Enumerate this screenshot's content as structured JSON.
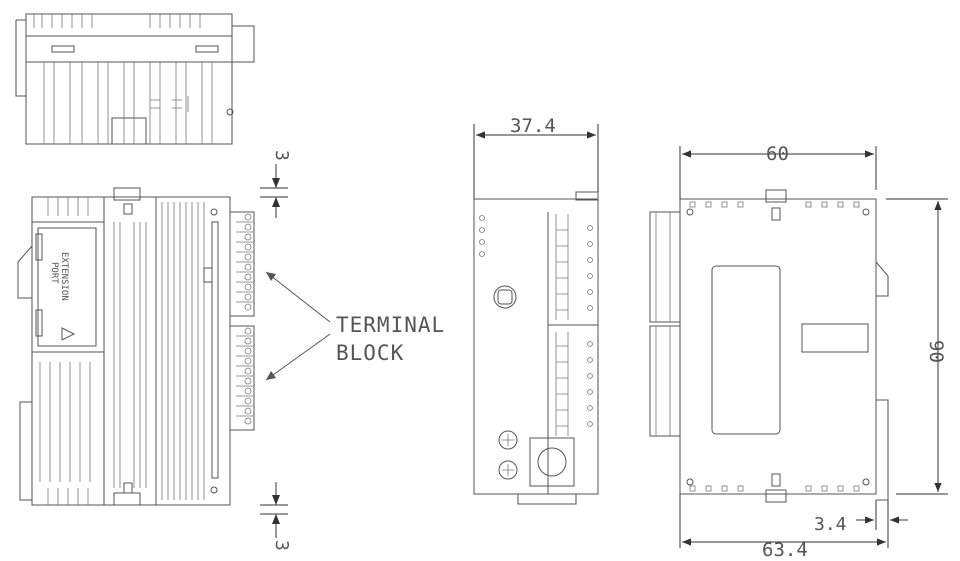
{
  "labels": {
    "extension_port_line1": "EXTENSION",
    "extension_port_line2": "PORT",
    "terminal_block_line1": "TERMINAL",
    "terminal_block_line2": "BLOCK"
  },
  "dimensions": {
    "clearance_top": "3",
    "clearance_bottom": "3",
    "side_width": "37.4",
    "rear_width": "60",
    "rear_height": "90",
    "rail_offset": "3.4",
    "overall_width": "63.4"
  }
}
